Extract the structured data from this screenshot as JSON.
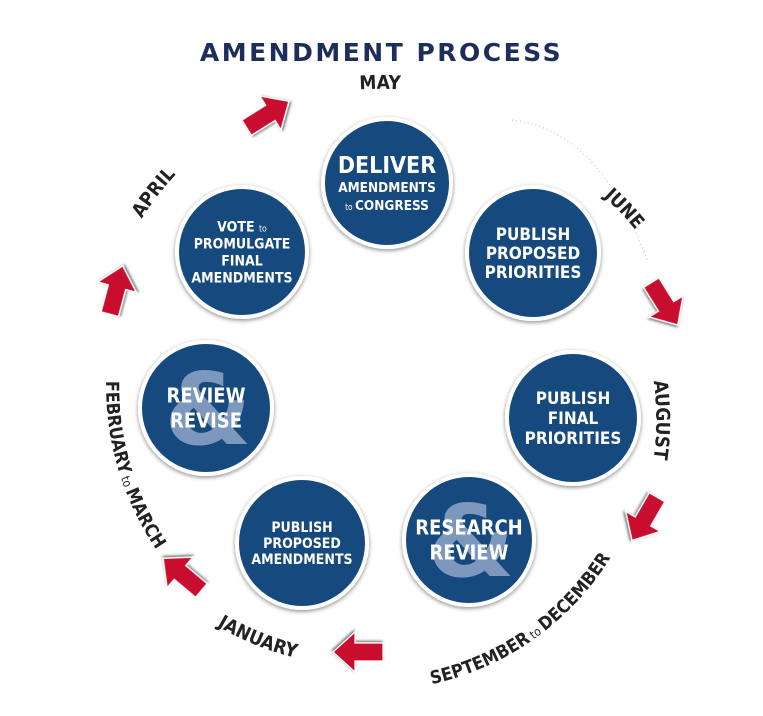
{
  "title": "AMENDMENT PROCESS",
  "colors": {
    "circle_fill": "#174a7e",
    "circle_border": "#ffffff",
    "ampersand": "#7e98bd",
    "arrow": "#c8102e",
    "month_text": "#222222",
    "title": "#1d2e5c"
  },
  "steps": [
    {
      "id": "deliver",
      "big": "DELIVER",
      "lines": [
        "AMENDMENTS"
      ],
      "tail": {
        "small": "to",
        "word": "CONGRESS"
      }
    },
    {
      "id": "publish-proposed-priorities",
      "lines": [
        "PUBLISH",
        "PROPOSED",
        "PRIORITIES"
      ]
    },
    {
      "id": "publish-final-priorities",
      "lines": [
        "PUBLISH",
        "FINAL",
        "PRIORITIES"
      ]
    },
    {
      "id": "research-review",
      "lines": [
        "RESEARCH",
        "REVIEW"
      ],
      "ampersand": "&"
    },
    {
      "id": "publish-proposed-amendments",
      "lines": [
        "PUBLISH",
        "PROPOSED",
        "AMENDMENTS"
      ]
    },
    {
      "id": "review-revise",
      "lines": [
        "REVIEW",
        "REVISE"
      ],
      "ampersand": "&"
    },
    {
      "id": "vote-to-promulgate",
      "head": {
        "word": "VOTE",
        "small": "to"
      },
      "lines": [
        "PROMULGATE",
        "FINAL",
        "AMENDMENTS"
      ]
    }
  ],
  "months": {
    "may": "MAY",
    "june": "JUNE",
    "august": "AUGUST",
    "sept_a": "SEPTEMBER",
    "sept_to": "to",
    "sept_b": "DECEMBER",
    "january": "JANUARY",
    "feb_a": "FEBRUARY",
    "feb_to": "to",
    "feb_b": "MARCH",
    "april": "APRIL"
  }
}
